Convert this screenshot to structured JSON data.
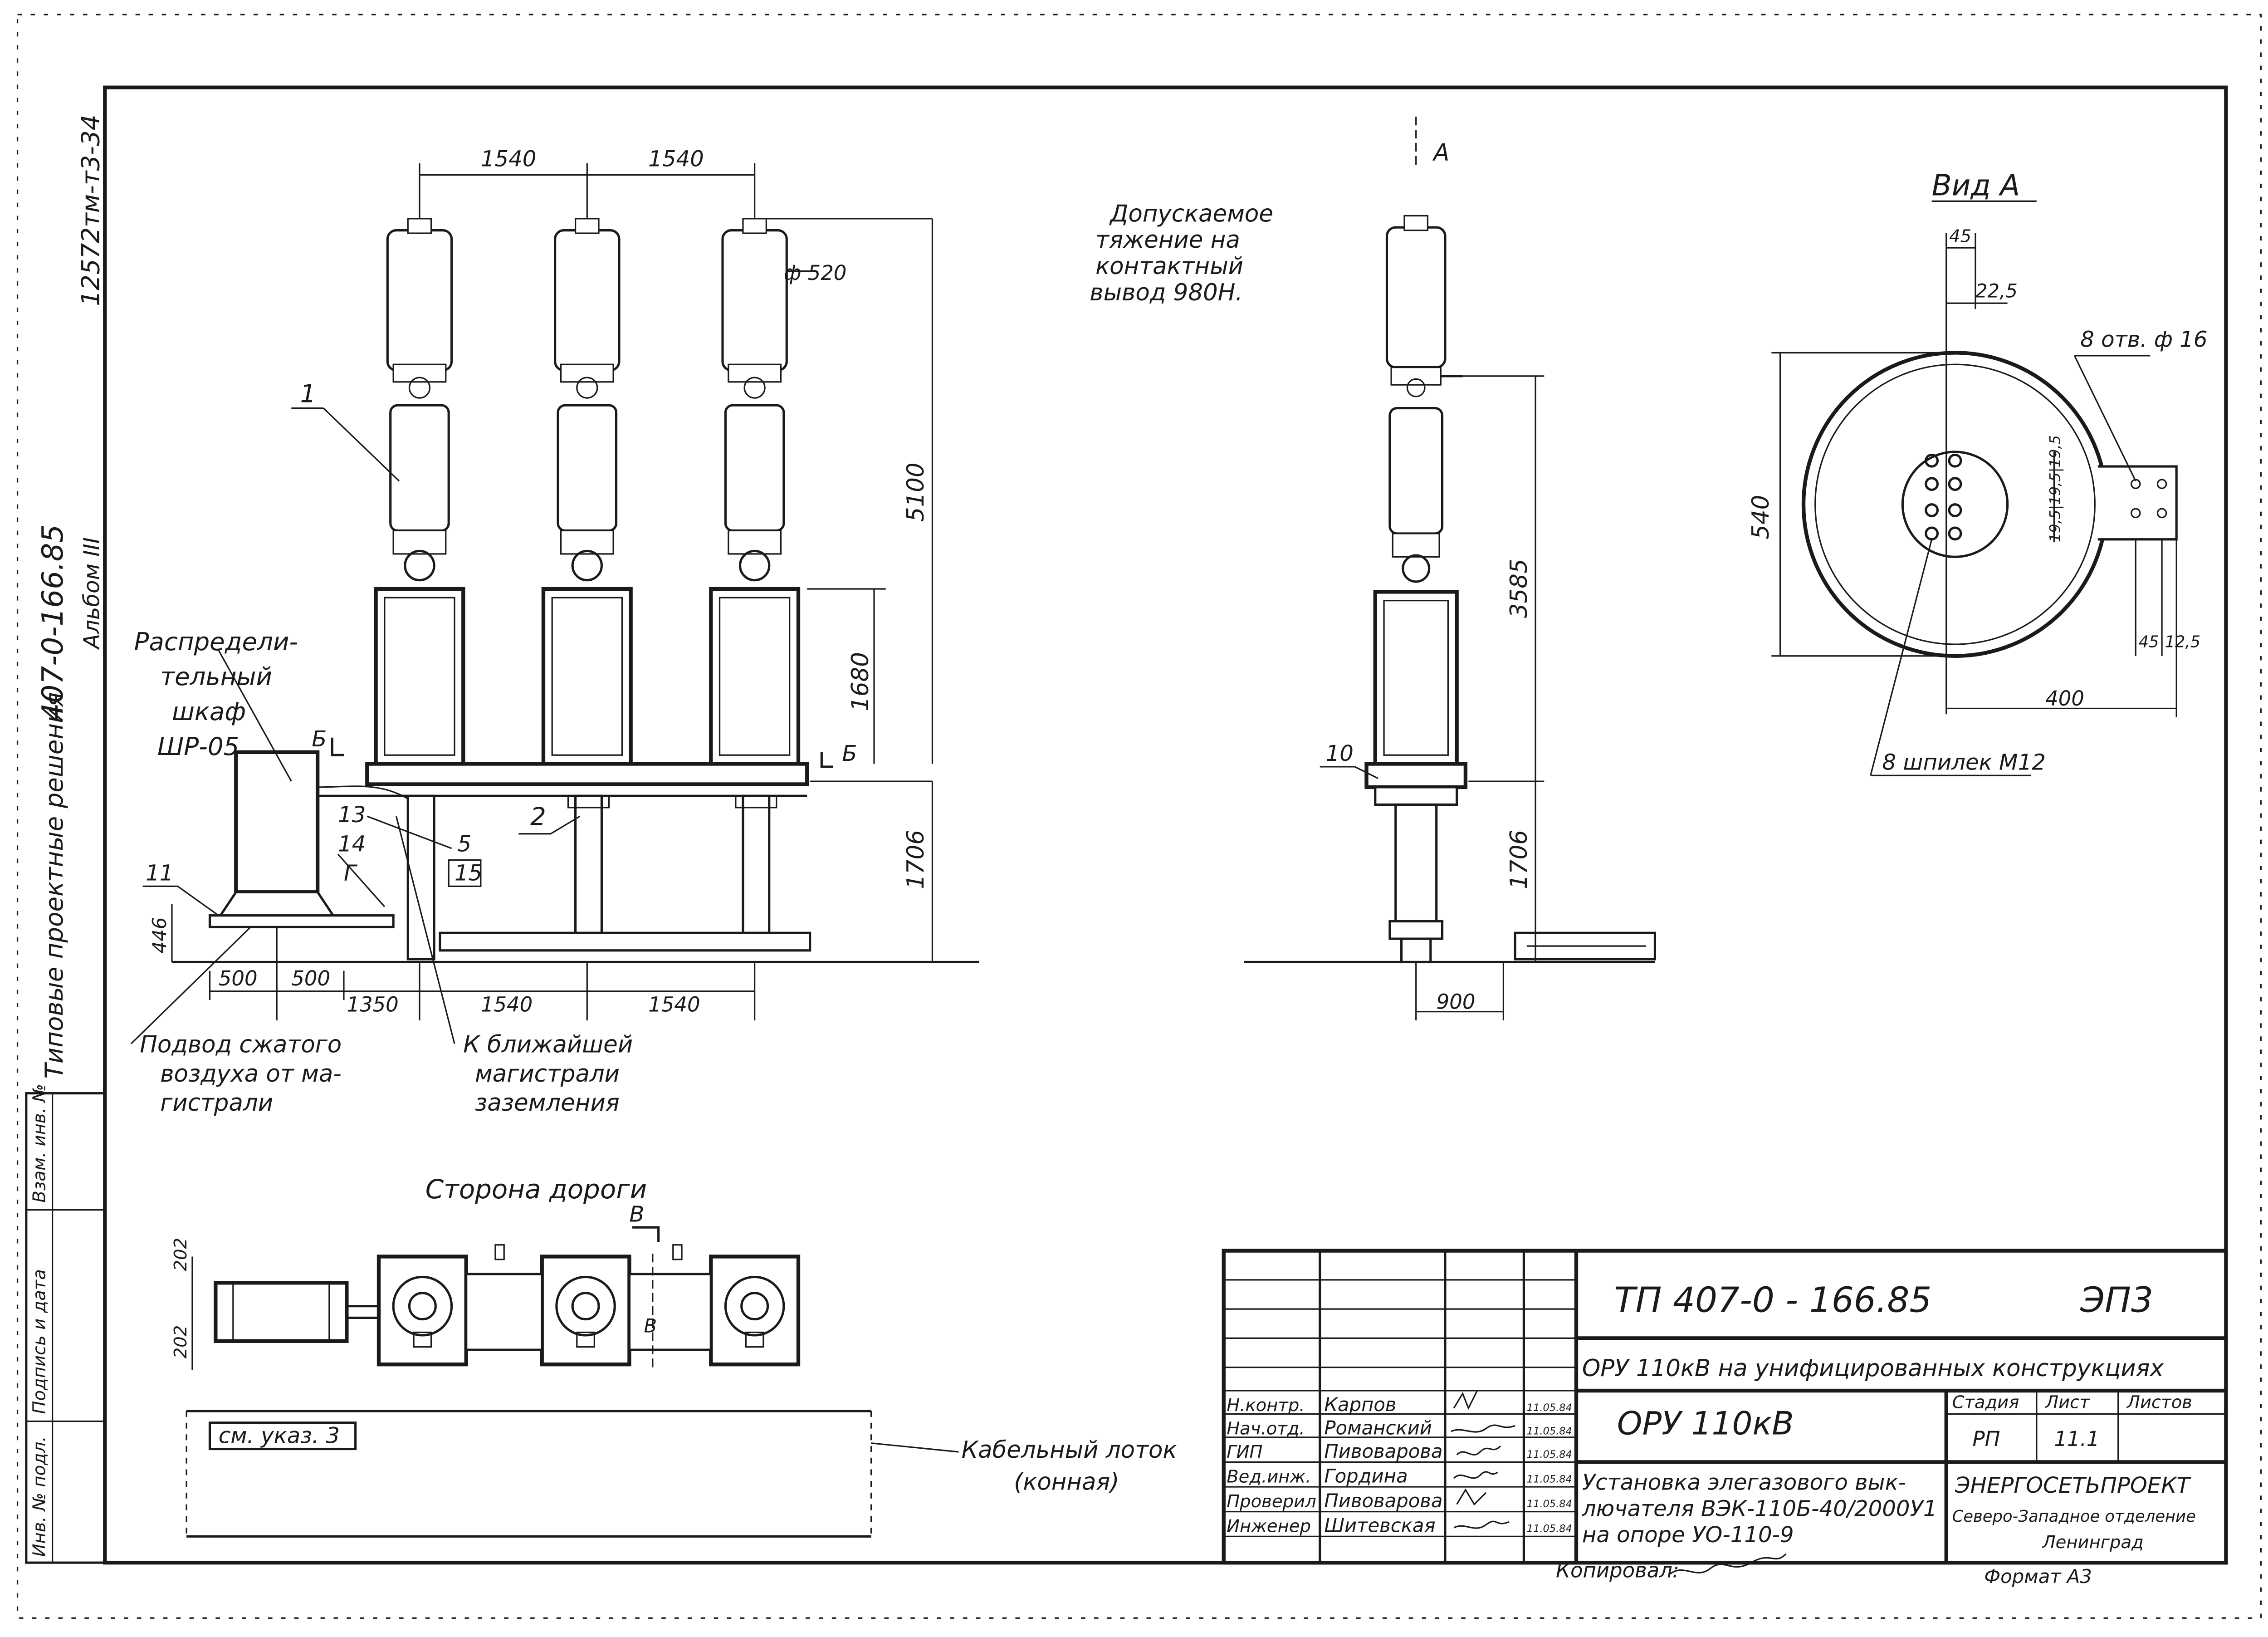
{
  "margin": {
    "doc_number": "12572тм-т3-34",
    "project": "407-0-166.85",
    "album": "Альбом III",
    "series": "Типовые проектные решения"
  },
  "left_stamp": {
    "col1": "Инв. № подл.",
    "col2": "Подпись и дата",
    "col3": "Взам. инв. №"
  },
  "front_view": {
    "dim_top_left": "1540",
    "dim_top_right": "1540",
    "dim_height_total": "5100",
    "dim_diameter": "ф 520",
    "dim_drive_height": "1680",
    "dim_support_height": "1706",
    "dim_base_height": "446",
    "dim_bottom_500a": "500",
    "dim_bottom_500b": "500",
    "dim_bottom_1350": "1350",
    "dim_bottom_1540a": "1540",
    "dim_bottom_1540b": "1540",
    "section_mark_b": "Б",
    "section_mark_g": "Г",
    "pos_1": "1",
    "pos_2": "2",
    "pos_5": "5",
    "pos_11": "11",
    "pos_13": "13",
    "pos_14": "14",
    "pos_15": "15",
    "cabinet_label_1": "Распредели-",
    "cabinet_label_2": "тельный",
    "cabinet_label_3": "шкаф",
    "cabinet_label_4": "ШР-05",
    "air_label_1": "Подвод сжатого",
    "air_label_2": "воздуха от ма-",
    "air_label_3": "гистрали",
    "ground_label_1": "К ближайшей",
    "ground_label_2": "магистрали",
    "ground_label_3": "заземления"
  },
  "note": {
    "line1": "Допускаемое",
    "line2": "тяжение на",
    "line3": "контактный",
    "line4": "вывод 980Н."
  },
  "side_view": {
    "arrow_label": "А",
    "dim_3585": "3585",
    "dim_1706": "1706",
    "dim_900": "900",
    "pos_10": "10"
  },
  "view_a": {
    "title": "Вид А",
    "dim_45": "45",
    "dim_22_5": "22,5",
    "holes": "8 отв. ф 16",
    "dim_540": "540",
    "dim_small": "19,5|19,5|19,5",
    "dim_400": "400",
    "dim_45b": "45",
    "dim_12_5": "12,5",
    "studs": "8 шпилек М12"
  },
  "plan_view": {
    "title": "Сторона дороги",
    "section_b": "В",
    "dim_202a": "202",
    "dim_202b": "202",
    "note_ref": "см. указ. 3",
    "tray_label_1": "Кабельный лоток",
    "tray_label_2": "(конная)"
  },
  "title_block": {
    "doc_code": "ТП 407-0 - 166.85",
    "mark": "ЭП3",
    "subject": "ОРУ 110кВ на унифицированных конструкциях",
    "object": "ОРУ 110кВ",
    "stage_h": "Стадия",
    "sheet_h": "Лист",
    "sheets_h": "Листов",
    "stage": "РП",
    "sheet": "11.1",
    "sheets": "",
    "description_1": "Установка элегазового вык-",
    "description_2": "лючателя ВЭК-110Б-40/2000У1",
    "description_3": "на опоре УО-110-9",
    "org_1": "ЭНЕРГОСЕТЬПРОЕКТ",
    "org_2": "Северо-Западное отделение",
    "org_3": "Ленинград",
    "rows": [
      {
        "role": "Н.контр.",
        "name": "Карпов",
        "date": "11.05.84"
      },
      {
        "role": "Нач.отд.",
        "name": "Романский",
        "date": "11.05.84"
      },
      {
        "role": "ГИП",
        "name": "Пивоварова",
        "date": "11.05.84"
      },
      {
        "role": "Вед.инж.",
        "name": "Гордина",
        "date": "11.05.84"
      },
      {
        "role": "Проверил",
        "name": "Пивоварова",
        "date": "11.05.84"
      },
      {
        "role": "Инженер",
        "name": "Шитевская",
        "date": "11.05.84"
      }
    ],
    "copied": "Копировал:",
    "format": "Формат А3"
  }
}
